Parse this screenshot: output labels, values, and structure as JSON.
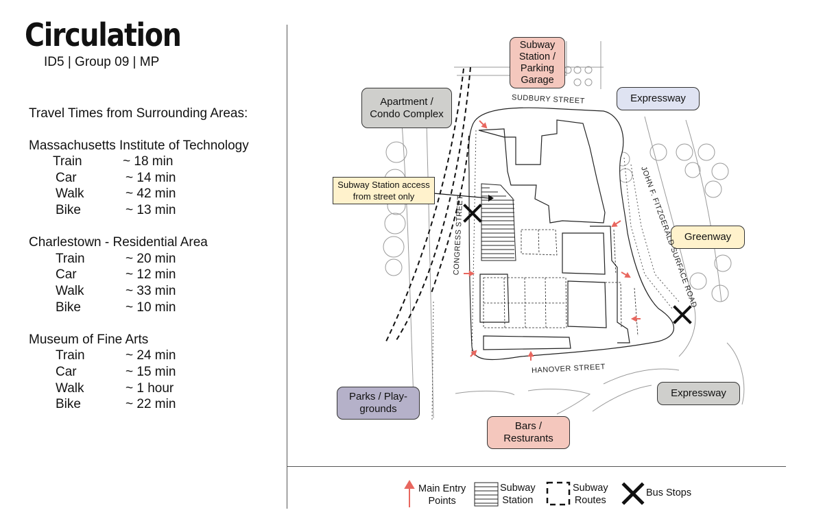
{
  "header": {
    "title": "Circulation",
    "subtitle": "ID5 | Group 09 | MP"
  },
  "travel_times": {
    "heading": "Travel Times from Surrounding Areas:",
    "groups": [
      {
        "name": "Massachusetts Institute of Technology",
        "rows": [
          {
            "mode": "Train",
            "time": "~ 18 min"
          },
          {
            "mode": "Car",
            "time": "~ 14 min"
          },
          {
            "mode": "Walk",
            "time": "~ 42 min"
          },
          {
            "mode": "Bike",
            "time": "~ 13 min"
          }
        ]
      },
      {
        "name": "Charlestown - Residential Area",
        "rows": [
          {
            "mode": "Train",
            "time": "~ 20 min"
          },
          {
            "mode": "Car",
            "time": "~ 12 min"
          },
          {
            "mode": "Walk",
            "time": "~ 33 min"
          },
          {
            "mode": "Bike",
            "time": "~ 10 min"
          }
        ]
      },
      {
        "name": "Museum of Fine Arts",
        "rows": [
          {
            "mode": "Train",
            "time": "~ 24 min"
          },
          {
            "mode": "Car",
            "time": "~ 15 min"
          },
          {
            "mode": "Walk",
            "time": "~ 1 hour"
          },
          {
            "mode": "Bike",
            "time": "~ 22 min"
          }
        ]
      }
    ]
  },
  "map": {
    "boxes": {
      "subway_parking": {
        "line1": "Subway",
        "line2": "Station /",
        "line3": "Parking",
        "line4": "Garage",
        "color": "#f4c7bd"
      },
      "apartment": {
        "line1": "Apartment /",
        "line2": "Condo Complex",
        "color": "#cfcfcc"
      },
      "expressway_top": {
        "label": "Expressway",
        "color": "#dfe3f2"
      },
      "greenway": {
        "label": "Greenway",
        "color": "#fff2cc"
      },
      "parks": {
        "line1": "Parks / Play-",
        "line2": "grounds",
        "color": "#b5b1c9"
      },
      "bars": {
        "line1": "Bars /",
        "line2": "Resturants",
        "color": "#f4c7bd"
      },
      "expressway_bottom": {
        "label": "Expressway",
        "color": "#cfcfcc"
      }
    },
    "callout": {
      "line1": "Subway Station access",
      "line2": "from street only"
    },
    "streets": {
      "sudbury": "SUDBURY STREET",
      "congress": "CONGRESS STREET",
      "jfk": "JOHN F. FITZGERALD SURFACE ROAD",
      "hanover": "HANOVER STREET"
    },
    "accent_color": "#e8675f"
  },
  "legend": {
    "entry_line1": "Main Entry",
    "entry_line2": "Points",
    "subway_station_line1": "Subway",
    "subway_station_line2": "Station",
    "subway_routes_line1": "Subway",
    "subway_routes_line2": "Routes",
    "bus_stops": "Bus Stops"
  }
}
